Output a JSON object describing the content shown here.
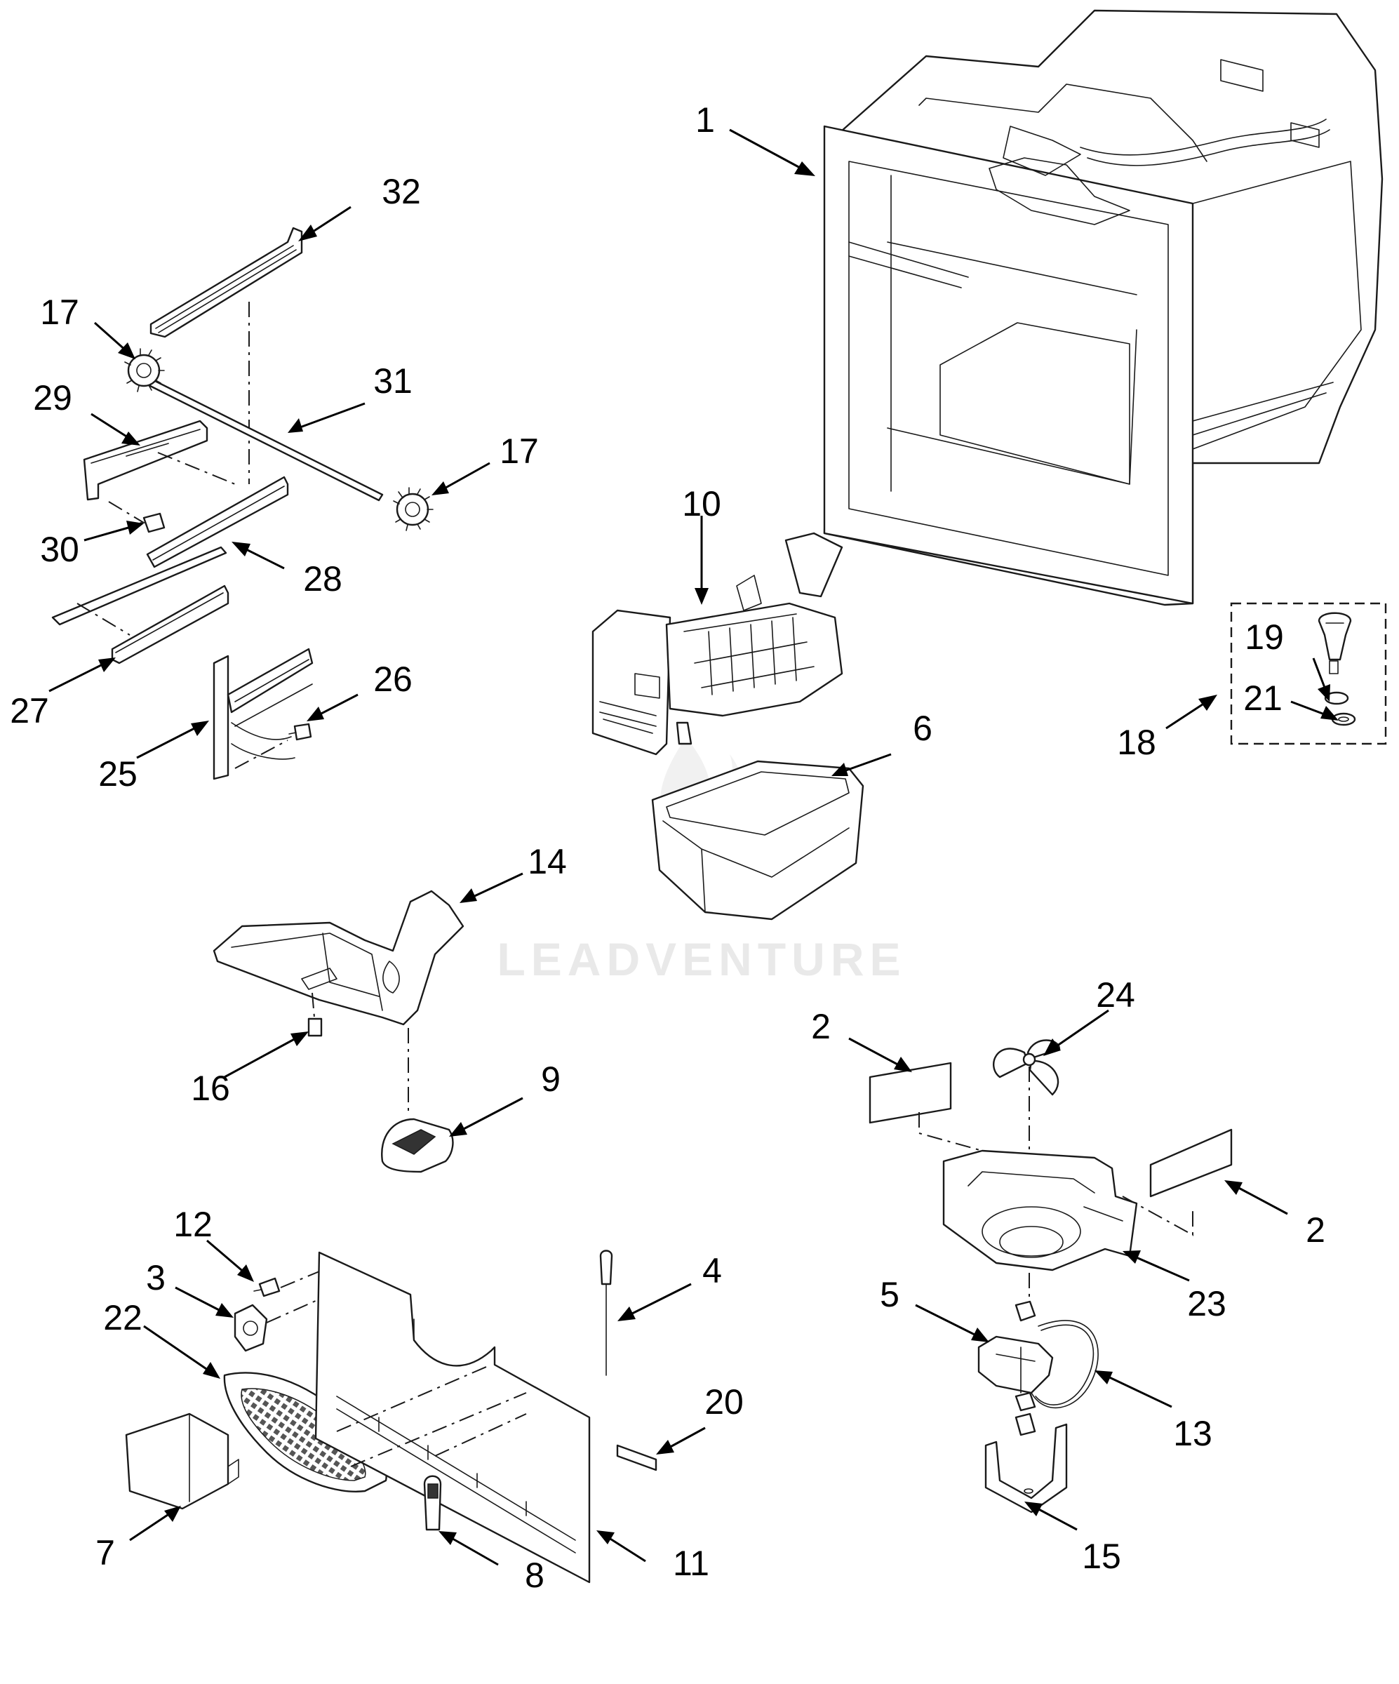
{
  "watermark": {
    "text": "LEADVENTURE"
  },
  "callouts": {
    "c1": "1",
    "c2a": "2",
    "c2b": "2",
    "c3": "3",
    "c4": "4",
    "c5": "5",
    "c6": "6",
    "c7": "7",
    "c8": "8",
    "c9": "9",
    "c10": "10",
    "c11": "11",
    "c12": "12",
    "c13": "13",
    "c14": "14",
    "c15": "15",
    "c16": "16",
    "c17a": "17",
    "c17b": "17",
    "c18": "18",
    "c19": "19",
    "c20": "20",
    "c21": "21",
    "c22": "22",
    "c23": "23",
    "c24": "24",
    "c25": "25",
    "c26": "26",
    "c27": "27",
    "c28": "28",
    "c29": "29",
    "c30": "30",
    "c31": "31",
    "c32": "32"
  }
}
